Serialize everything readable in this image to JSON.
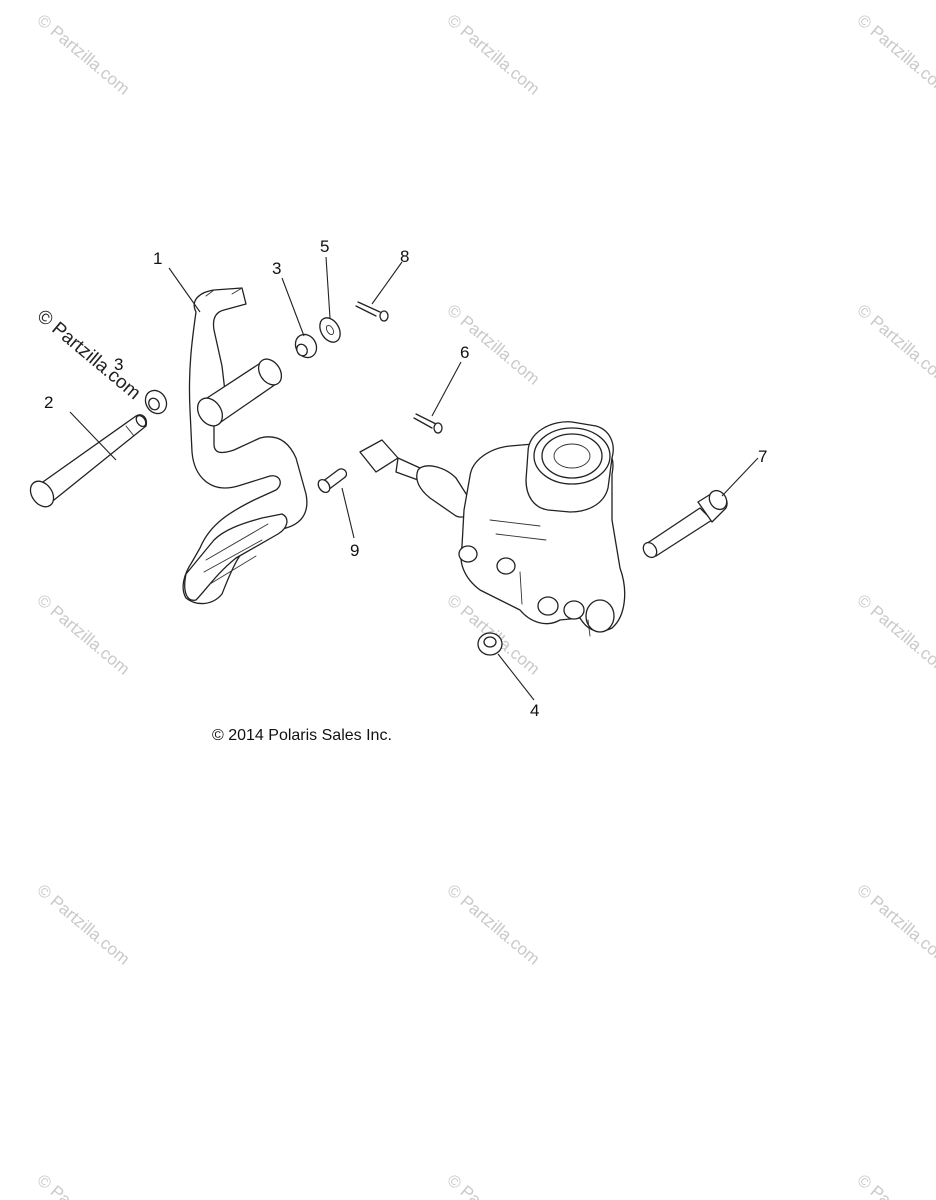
{
  "copyright": "© 2014 Polaris Sales Inc.",
  "watermark": "© Partzilla.com",
  "callouts": {
    "c1": "1",
    "c2": "2",
    "c3a": "3",
    "c3b": "3",
    "c4": "4",
    "c5": "5",
    "c6": "6",
    "c7": "7",
    "c8": "8",
    "c9": "9"
  }
}
